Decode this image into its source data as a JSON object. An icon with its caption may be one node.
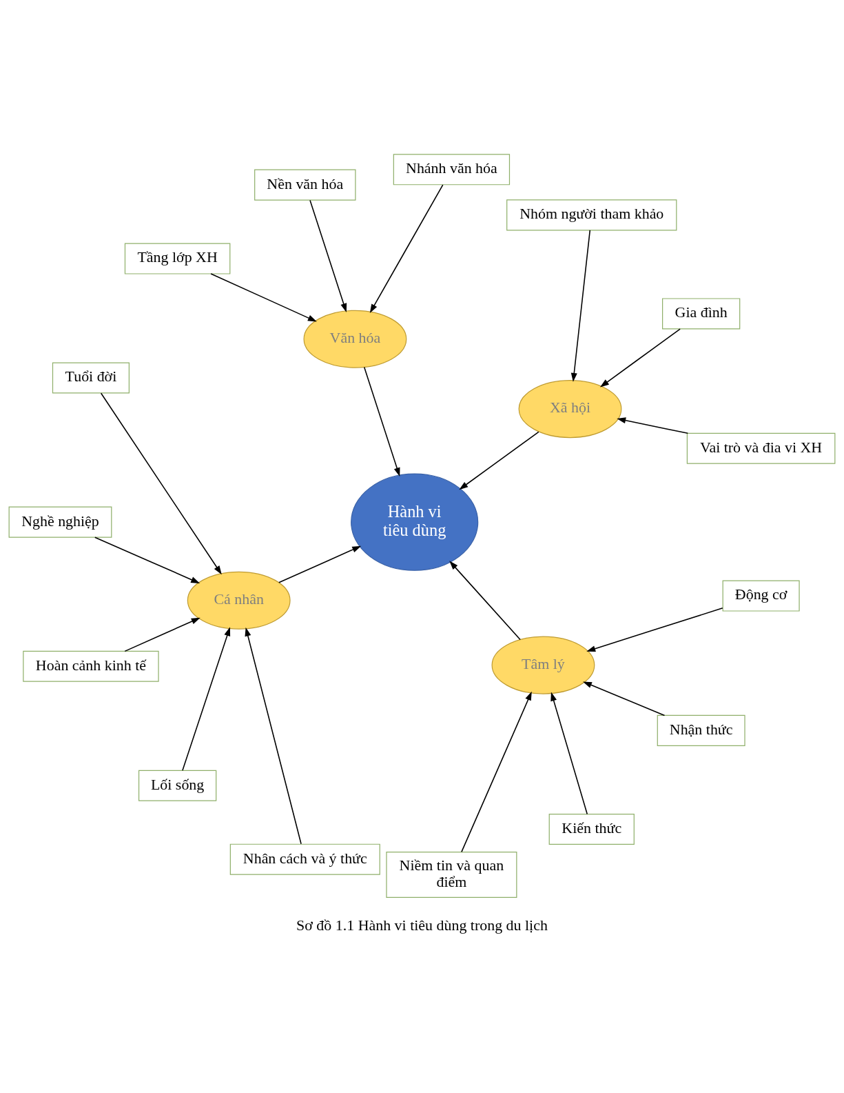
{
  "diagram": {
    "caption": "Sơ đồ 1.1 Hành vi tiêu dùng trong du lịch",
    "nodes": [
      {
        "text": [
          "Hành vi tiêu dùng"
        ]
      },
      {
        "text": [
          "Văn hóa"
        ]
      },
      {
        "text": [
          "Nhánh văn hóa"
        ]
      },
      {
        "text": [
          "Nền văn hóa"
        ]
      },
      {
        "text": [
          "Tầng lớp XH"
        ]
      },
      {
        "text": [
          "Xã hội"
        ]
      },
      {
        "text": [
          "Nhóm người tham khảo"
        ]
      },
      {
        "text": [
          "Gia đình"
        ]
      },
      {
        "text": [
          "Vai trò và đia vi XH"
        ]
      },
      {
        "text": [
          "Cá nhân"
        ]
      },
      {
        "text": [
          "Tuổi đời"
        ]
      },
      {
        "text": [
          "Nghề nghiệp"
        ]
      },
      {
        "text": [
          "Hoàn cảnh kinh tế"
        ]
      },
      {
        "text": [
          "Lối sống"
        ]
      },
      {
        "text": [
          "Nhân cách và ý thức"
        ]
      },
      {
        "text": [
          "Tâm lý"
        ]
      },
      {
        "text": [
          "Động cơ"
        ]
      },
      {
        "text": [
          "Nhận thức"
        ]
      },
      {
        "text": [
          "Kiến thức"
        ]
      },
      {
        "text": [
          "Niềm tin và quan điểm"
        ]
      }
    ],
    "edges": [
      {
        "from": 1,
        "to": 0,
        "arrow": "to"
      },
      {
        "from": 2,
        "to": 1,
        "arrow": "to"
      },
      {
        "from": 3,
        "to": 1,
        "arrow": "to"
      },
      {
        "from": 4,
        "to": 1,
        "arrow": "to"
      },
      {
        "from": 5,
        "to": 0,
        "arrow": "to"
      },
      {
        "from": 6,
        "to": 5,
        "arrow": "to"
      },
      {
        "from": 7,
        "to": 5,
        "arrow": "to"
      },
      {
        "from": 8,
        "to": 5,
        "arrow": "to"
      },
      {
        "from": 15,
        "to": 0,
        "arrow": "to"
      },
      {
        "from": 16,
        "to": 15,
        "arrow": "to"
      },
      {
        "from": 17,
        "to": 15,
        "arrow": "to"
      },
      {
        "from": 18,
        "to": 15,
        "arrow": "to"
      },
      {
        "from": 19,
        "to": 15,
        "arrow": "to"
      },
      {
        "from": 9,
        "to": 0,
        "arrow": "to"
      },
      {
        "from": 10,
        "to": 9,
        "arrow": "to"
      },
      {
        "from": 11,
        "to": 9,
        "arrow": "to"
      },
      {
        "from": 12,
        "to": 9,
        "arrow": "to"
      },
      {
        "from": 13,
        "to": 9,
        "arrow": "to"
      },
      {
        "from": 14,
        "to": 9,
        "arrow": "to"
      }
    ]
  }
}
